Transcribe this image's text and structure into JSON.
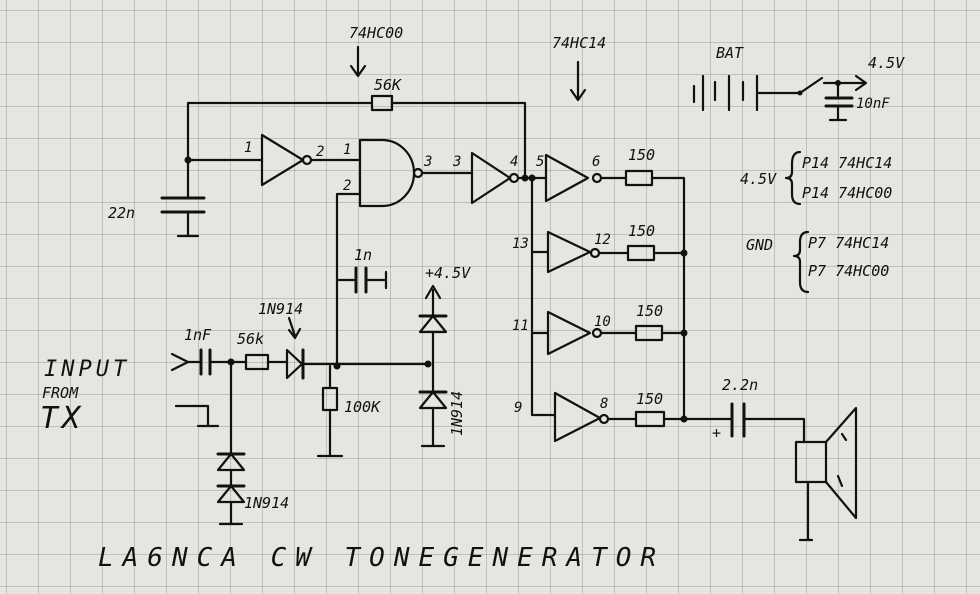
{
  "title": "LA6NCA  CW  TONEGENERATOR",
  "chips": {
    "nand_label": "74HC00",
    "schmitt_label": "74HC14"
  },
  "components": {
    "feedback_resistor": "56K",
    "timing_cap": "22n",
    "cap_1n": "1n",
    "input_cap": "1nF",
    "input_resistor": "56k",
    "input_diode": "1N914",
    "pull_down": "100K",
    "zener_diode": "1N914",
    "clamp_diode": "1N914",
    "supply_node": "+4.5V",
    "output_resistors": [
      "150",
      "150",
      "150",
      "150"
    ],
    "output_cap": "2.2n",
    "output_cap_polarity": "+"
  },
  "pins": {
    "inv1_in": "1",
    "inv1_out": "2",
    "nand_in_a": "1",
    "nand_in_b": "2",
    "nand_out": "3",
    "inv2_in": "3",
    "inv2_out": "4",
    "buf_in": [
      "5",
      "13",
      "11",
      "9"
    ],
    "buf_out": [
      "6",
      "12",
      "10",
      "8"
    ]
  },
  "input": {
    "line1": "INPUT",
    "line2": "FROM",
    "line3": "TX"
  },
  "power": {
    "battery_label": "BAT",
    "supply_label": "4.5V",
    "decoupling_cap": "10nF",
    "vcc_label": "4.5V",
    "vcc_line1": "P14  74HC14",
    "vcc_line2": "P14  74HC00",
    "gnd_label": "GND",
    "gnd_line1": "P7  74HC14",
    "gnd_line2": "P7  74HC00"
  }
}
